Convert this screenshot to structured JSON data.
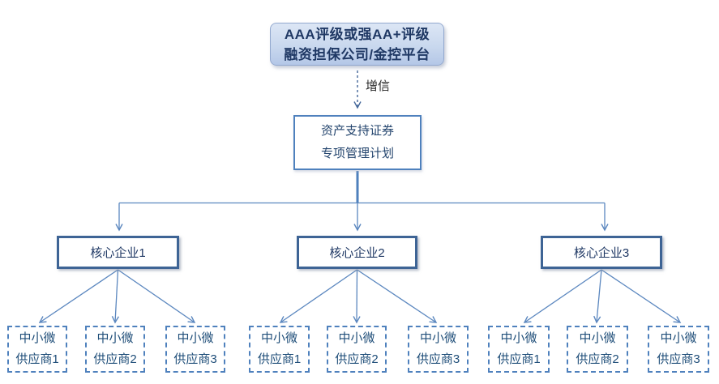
{
  "title_box": {
    "line1": "AAA评级或强AA+评级",
    "line2": "融资担保公司/金控平台"
  },
  "arrow_label": "增信",
  "plan_box": {
    "line1": "资产支持证券",
    "line2": "专项管理计划"
  },
  "groups": [
    {
      "core_label": "核心企业1",
      "suppliers": [
        {
          "line1": "中小微",
          "line2": "供应商1"
        },
        {
          "line1": "中小微",
          "line2": "供应商2"
        },
        {
          "line1": "中小微",
          "line2": "供应商3"
        }
      ]
    },
    {
      "core_label": "核心企业2",
      "suppliers": [
        {
          "line1": "中小微",
          "line2": "供应商1"
        },
        {
          "line1": "中小微",
          "line2": "供应商2"
        },
        {
          "line1": "中小微",
          "line2": "供应商3"
        }
      ]
    },
    {
      "core_label": "核心企业3",
      "suppliers": [
        {
          "line1": "中小微",
          "line2": "供应商1"
        },
        {
          "line1": "中小微",
          "line2": "供应商2"
        },
        {
          "line1": "中小微",
          "line2": "供应商3"
        }
      ]
    }
  ],
  "colors": {
    "connector": "#5b87bf",
    "trunk": "#4f81bd",
    "core_border": "#3e6495",
    "plan_border": "#4f81bd",
    "supplier_border": "#4f81bd",
    "navy_text": "#1f3864",
    "supplier_text": "#1f4e79",
    "title_fill_top": "#dce6f5",
    "title_fill_bottom": "#b4c7e7"
  }
}
